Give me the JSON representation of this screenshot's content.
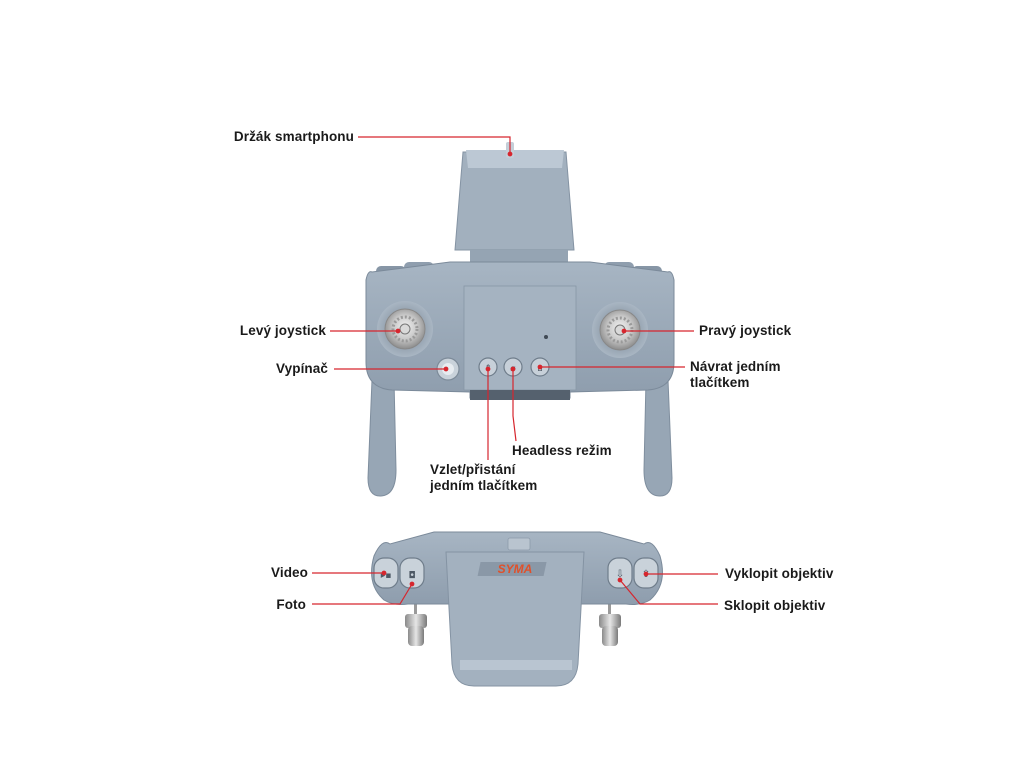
{
  "labels": {
    "phone_holder": "Držák smartphonu",
    "left_joystick": "Levý joystick",
    "right_joystick": "Pravý joystick",
    "power_switch": "Vypínač",
    "return_line1": "Návrat jedním",
    "return_line2": "tlačítkem",
    "headless": "Headless režim",
    "takeoff_line1": "Vzlet/přistání",
    "takeoff_line2": "jedním tlačítkem",
    "video": "Video",
    "photo": "Foto",
    "tilt_up": "Vyklopit objektiv",
    "tilt_down": "Sklopit objektiv"
  },
  "brand_logo": "SYMA",
  "colors": {
    "body": "#9aa9b9",
    "body_dark": "#7e8d9d",
    "body_light": "#b4c1ce",
    "leader_line": "#d6262e",
    "label_text": "#1a1a1a",
    "logo": "#e0502a"
  }
}
